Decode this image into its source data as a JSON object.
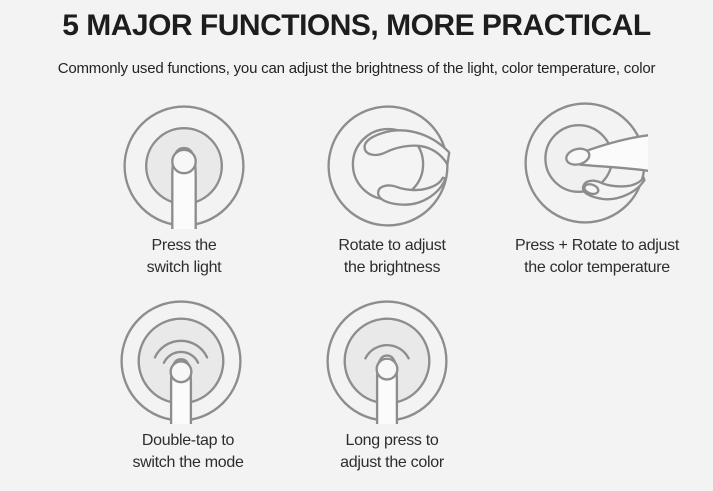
{
  "page": {
    "background_color": "#f3f3f3",
    "icon_stroke_color": "#8d8d8d",
    "icon_fill_color": "#e9e9e9",
    "text_color": "#1d1d1d"
  },
  "header": {
    "title": "5 MAJOR FUNCTIONS, MORE PRACTICAL",
    "subtitle": "Commonly used functions, you can adjust the brightness of the light, color temperature, color"
  },
  "functions": [
    {
      "icon": "press-icon",
      "line1": "Press the",
      "line2": "switch light"
    },
    {
      "icon": "rotate-icon",
      "line1": "Rotate to adjust",
      "line2": "the brightness"
    },
    {
      "icon": "press-rotate-icon",
      "line1": "Press + Rotate to adjust",
      "line2": "the color temperature"
    },
    {
      "icon": "double-tap-icon",
      "line1": "Double-tap to",
      "line2": "switch the mode"
    },
    {
      "icon": "long-press-icon",
      "line1": "Long press to",
      "line2": "adjust the color"
    }
  ]
}
